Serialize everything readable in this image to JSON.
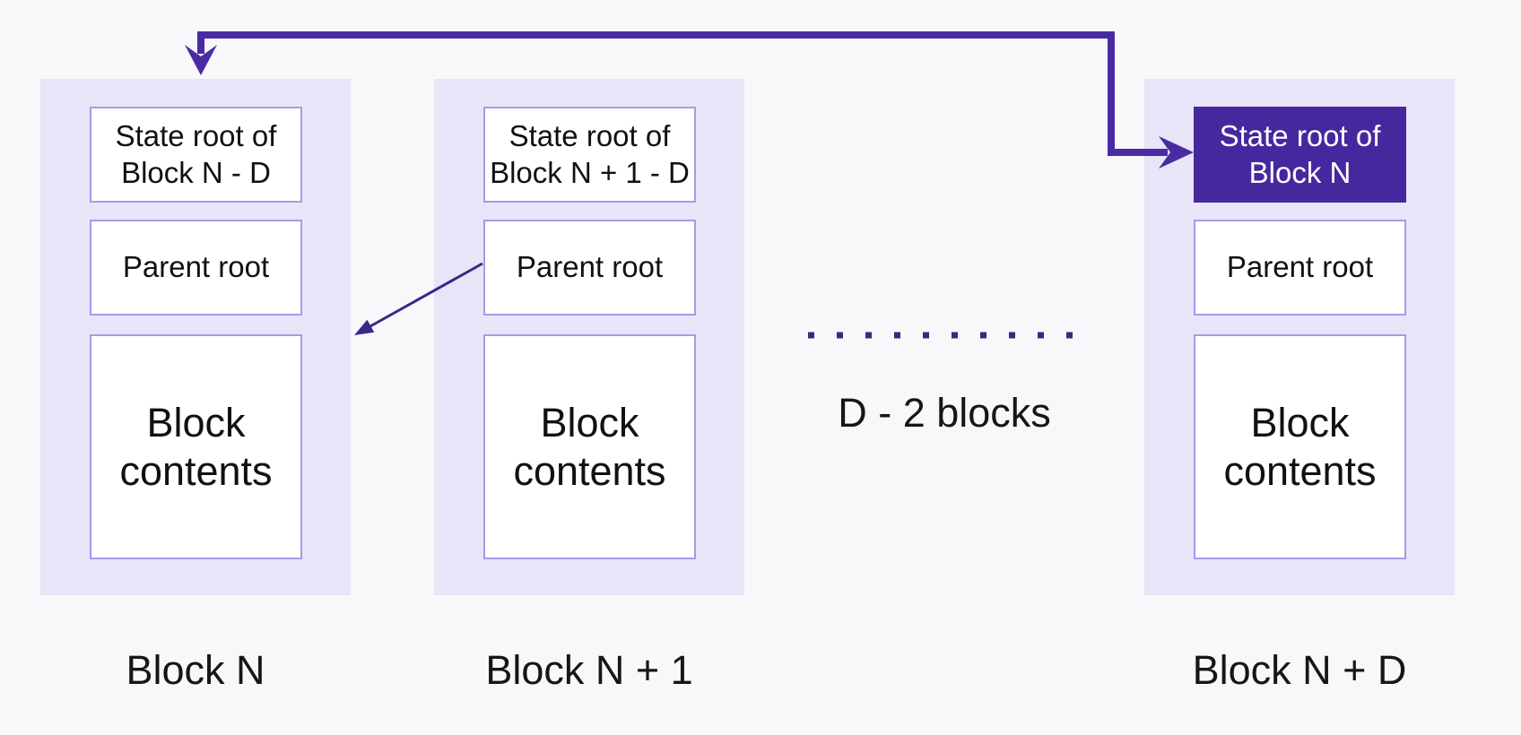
{
  "diagram": {
    "gap_label": "D - 2 blocks",
    "blocks": [
      {
        "label": "Block N",
        "state_root": "State root of Block N - D",
        "parent_root": "Parent root",
        "contents": "Block contents",
        "state_root_highlighted": false
      },
      {
        "label": "Block N + 1",
        "state_root": "State root of Block N + 1 - D",
        "parent_root": "Parent root",
        "contents": "Block contents",
        "state_root_highlighted": false
      },
      {
        "label": "Block N + D",
        "state_root": "State root of Block N",
        "parent_root": "Parent root",
        "contents": "Block contents",
        "state_root_highlighted": true
      }
    ],
    "colors": {
      "background": "#f8f8fa",
      "block_fill": "#e8e5f8",
      "box_border": "#a79ae8",
      "highlight_fill": "#46289e",
      "thick_arrow": "#4a2ba3",
      "thin_arrow": "#352a86",
      "dots": "#37297e",
      "text": "#111111"
    }
  }
}
